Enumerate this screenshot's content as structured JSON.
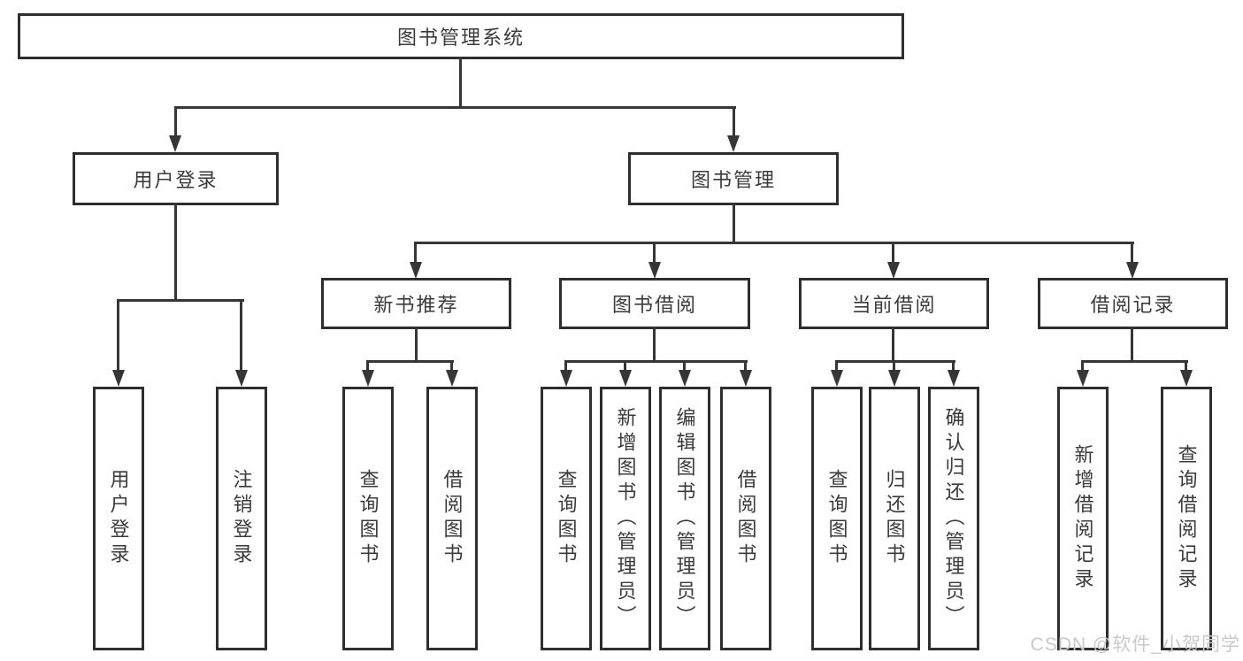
{
  "tree": {
    "label": "图书管理系统",
    "children": [
      {
        "label": "用户登录",
        "children": [
          {
            "label": "用户登录"
          },
          {
            "label": "注销登录"
          }
        ]
      },
      {
        "label": "图书管理",
        "children": [
          {
            "label": "新书推荐",
            "children": [
              {
                "label": "查询图书"
              },
              {
                "label": "借阅图书"
              }
            ]
          },
          {
            "label": "图书借阅",
            "children": [
              {
                "label": "查询图书"
              },
              {
                "label": "新增图书（管理员）"
              },
              {
                "label": "编辑图书（管理员）"
              },
              {
                "label": "借阅图书"
              }
            ]
          },
          {
            "label": "当前借阅",
            "children": [
              {
                "label": "查询图书"
              },
              {
                "label": "归还图书"
              },
              {
                "label": "确认归还（管理员）"
              }
            ]
          },
          {
            "label": "借阅记录",
            "children": [
              {
                "label": "新增借阅记录"
              },
              {
                "label": "查询借阅记录"
              }
            ]
          }
        ]
      }
    ]
  },
  "watermark": {
    "text": "CSDN @软件_小贺同学"
  },
  "colors": {
    "line": "#363636",
    "box_border": "#2e2e2e",
    "text": "#3a3a3a",
    "watermark": "#c9c9c9",
    "background": "#ffffff"
  }
}
